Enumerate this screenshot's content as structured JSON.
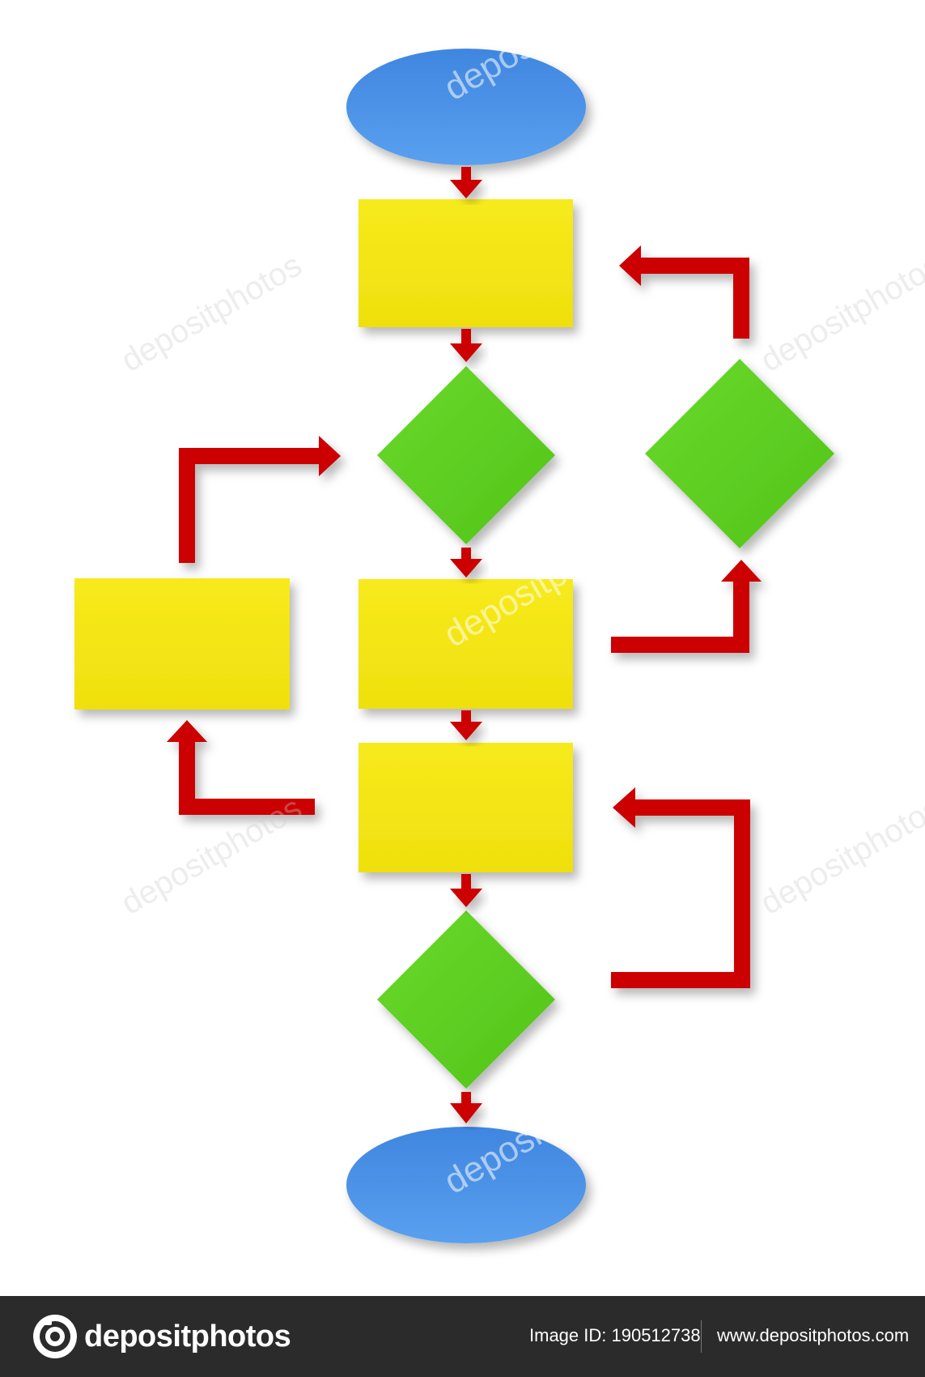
{
  "colors": {
    "terminal": "#4a90e2",
    "process": "#f5e616",
    "decision": "#5fd422",
    "arrow": "#cc0000",
    "footer_bg": "#2b2b2b"
  },
  "watermark": {
    "text": "depositphotos"
  },
  "footer": {
    "logo_text": "depositphotos",
    "image_id": "Image ID: 190512738",
    "site": "www.depositphotos.com"
  }
}
